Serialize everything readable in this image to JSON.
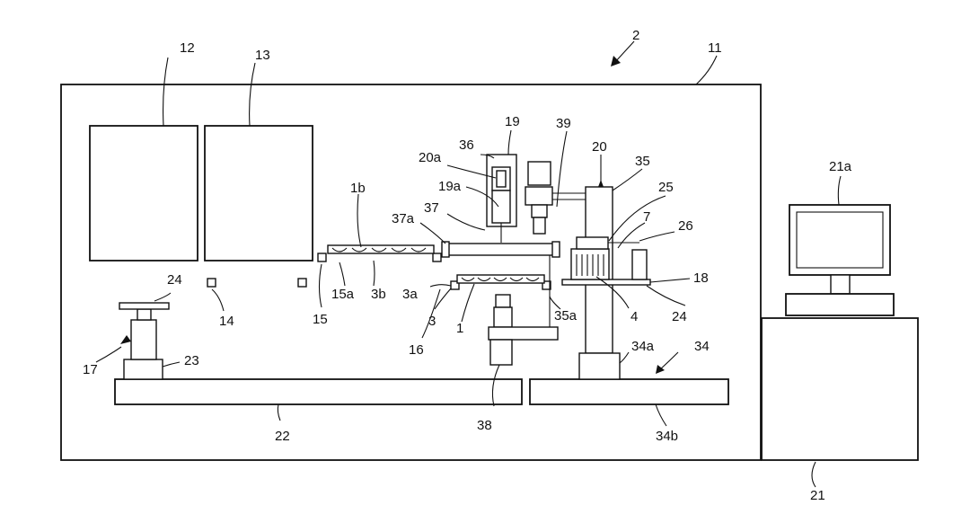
{
  "labels": {
    "l2": "2",
    "l11": "11",
    "l12": "12",
    "l13": "13",
    "l14": "14",
    "l15": "15",
    "l15a": "15a",
    "l1b": "1b",
    "l3b": "3b",
    "l3a": "3a",
    "l3": "3",
    "l1": "1",
    "l16": "16",
    "l17": "17",
    "l22": "22",
    "l23": "23",
    "l24a": "24",
    "l24b": "24",
    "l19": "19",
    "l19a": "19a",
    "l20": "20",
    "l20a": "20a",
    "l21": "21",
    "l21a": "21a",
    "l25": "25",
    "l26": "26",
    "l7": "7",
    "l4": "4",
    "l18": "18",
    "l34": "34",
    "l34a": "34a",
    "l34b": "34b",
    "l35": "35",
    "l35a": "35a",
    "l36": "36",
    "l37": "37",
    "l37a": "37a",
    "l38": "38",
    "l39": "39"
  }
}
